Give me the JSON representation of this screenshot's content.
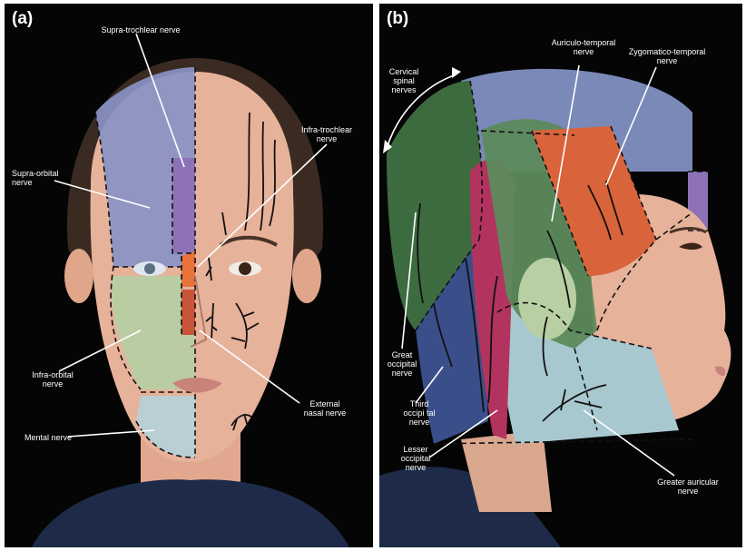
{
  "panels": [
    {
      "label": "(a)",
      "annotations": {
        "supra_trochlear": "Supra-trochlear nerve",
        "infra_trochlear": "Infra-trochlear\nnerve",
        "supra_orbital": "Supra-orbital\nnerve",
        "infra_orbital": "Infra-orbital\nnerve",
        "external_nasal": "External\nnasal nerve",
        "mental": "Mental nerve"
      }
    },
    {
      "label": "(b)",
      "annotations": {
        "cervical_spinal": "Cervical\nspinal\nnerves",
        "auriculo_temporal": "Auriculo-temporal\nnerve",
        "zygomatico_temporal": "Zygomatico-temporal\nnerve",
        "great_occipital": "Great\noccipital\nnerve",
        "third_occipital": "Third\noccipi tal\nnerve",
        "lesser_occipital": "Lesser\noccipital\nnerve",
        "greater_auricular": "Greater auricular\nnerve"
      }
    }
  ],
  "region_colors": {
    "supra_orbital": "#8a92c6",
    "supra_trochlear": "#8d72b8",
    "infra_trochlear": "#e8733a",
    "external_nasal": "#c9543a",
    "infra_orbital": "#b7cfa2",
    "mental": "#b9cfd4",
    "cervical": "#3d6b40",
    "greater_occipital": "#b2345e",
    "lesser_occipital": "#3a4f8a",
    "auriculo_temporal": "#5d8a5c",
    "zygomatico_temporal": "#d9633a",
    "scalp": "#7a89b8",
    "greater_auricular": "#a8c8cf",
    "skin": "#e7b29a",
    "hair": "#3a2a22",
    "shirt": "#1d2b48"
  }
}
